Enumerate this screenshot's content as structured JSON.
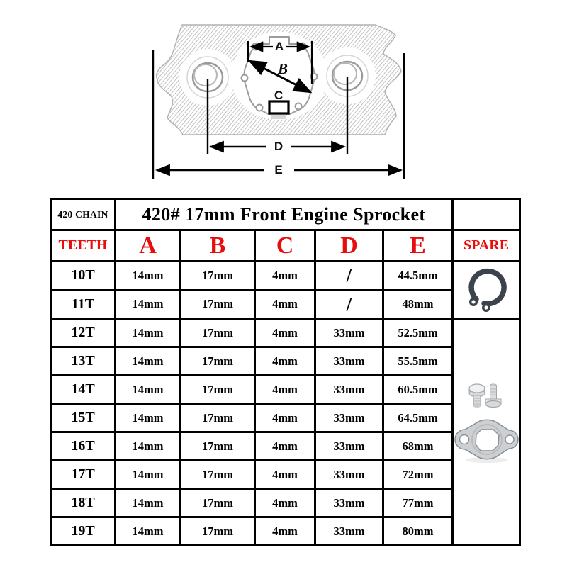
{
  "diagram": {
    "name": "front-engine-sprocket-dimension-diagram",
    "labels": {
      "a": "A",
      "b": "B",
      "c": "C",
      "d": "D",
      "e": "E"
    }
  },
  "table": {
    "chain_label": "420 CHAIN",
    "title": "420# 17mm Front Engine Sprocket",
    "headers": {
      "teeth": "TEETH",
      "a": "A",
      "b": "B",
      "c": "C",
      "d": "D",
      "e": "E",
      "spare": "SPARE"
    },
    "rows": [
      {
        "teeth": "10T",
        "a": "14mm",
        "b": "17mm",
        "c": "4mm",
        "d": "/",
        "e": "44.5mm"
      },
      {
        "teeth": "11T",
        "a": "14mm",
        "b": "17mm",
        "c": "4mm",
        "d": "/",
        "e": "48mm"
      },
      {
        "teeth": "12T",
        "a": "14mm",
        "b": "17mm",
        "c": "4mm",
        "d": "33mm",
        "e": "52.5mm"
      },
      {
        "teeth": "13T",
        "a": "14mm",
        "b": "17mm",
        "c": "4mm",
        "d": "33mm",
        "e": "55.5mm"
      },
      {
        "teeth": "14T",
        "a": "14mm",
        "b": "17mm",
        "c": "4mm",
        "d": "33mm",
        "e": "60.5mm"
      },
      {
        "teeth": "15T",
        "a": "14mm",
        "b": "17mm",
        "c": "4mm",
        "d": "33mm",
        "e": "64.5mm"
      },
      {
        "teeth": "16T",
        "a": "14mm",
        "b": "17mm",
        "c": "4mm",
        "d": "33mm",
        "e": "68mm"
      },
      {
        "teeth": "17T",
        "a": "14mm",
        "b": "17mm",
        "c": "4mm",
        "d": "33mm",
        "e": "72mm"
      },
      {
        "teeth": "18T",
        "a": "14mm",
        "b": "17mm",
        "c": "4mm",
        "d": "33mm",
        "e": "77mm"
      },
      {
        "teeth": "19T",
        "a": "14mm",
        "b": "17mm",
        "c": "4mm",
        "d": "33mm",
        "e": "80mm"
      }
    ],
    "spare": {
      "circlip_icon": "circlip-snap-ring",
      "hardware_icon": "bolts-and-retainer-plate"
    }
  },
  "colors": {
    "accent_red": "#e90c0c",
    "table_border": "#000000",
    "circlip_metal": "#3d434b",
    "plate_metal": "#cdd0d3",
    "hatch_gray": "#c2c2c2"
  }
}
